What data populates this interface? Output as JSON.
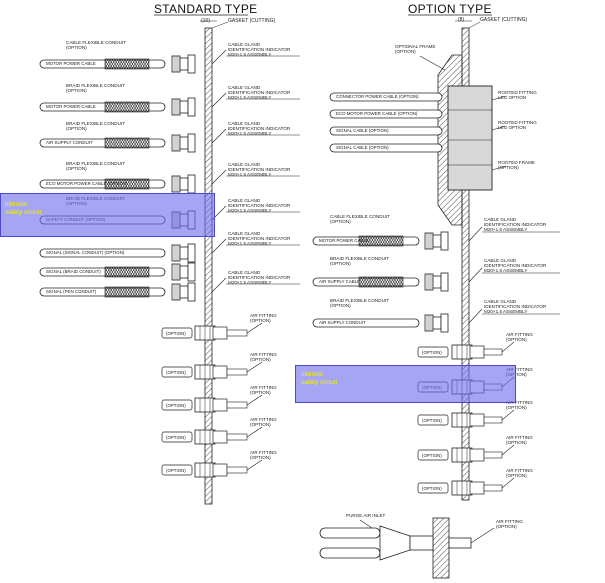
{
  "titles": {
    "standard": "STANDARD TYPE",
    "option": "OPTION TYPE"
  },
  "highlights": {
    "left": "intrinsic\nsafety circuit",
    "right": "intrinsic\nsafety circuit",
    "color": "#6e6eeb"
  },
  "standard": {
    "dim": "(10)",
    "gasket": "GASKET (CUTTING)",
    "cables": [
      "MOTOR POWER CABLE",
      "MOTOR POWER CABLE",
      "AIR SUPPLY CONDUIT",
      "ECO MOTOR POWER CABLE (OPTION)",
      "SAFETY CONDUIT (OPTION)",
      "SIGNAL (SIGNAL CONDUIT) (OPTION)",
      "SIGNAL (PEN CONDUIT)",
      "SIGNAL (BRAID CONDUIT)",
      "SIGNAL (BRAID CONDUIT)"
    ],
    "cable_notes": [
      "CABLE FLEXIBLE CONDUIT\n(OPTION)",
      "BRAID FLEXIBLE CONDUIT\n(OPTION)",
      "BRAID FLEXIBLE CONDUIT\n(OPTION)",
      "BRAID FLEXIBLE CONDUIT\n(OPTION)",
      "BRAID FLEXIBLE CONDUIT\n(OPTION)"
    ],
    "connectors": [
      "CABLE GLAND\nIDENTIFICATION INDICATOR\nM20×1.5 ASSEMBLY",
      "CABLE GLAND\nIDENTIFICATION INDICATOR\nM20×1.5 ASSEMBLY",
      "CABLE GLAND\nIDENTIFICATION INDICATOR\nM20×1.5 ASSEMBLY",
      "CABLE GLAND\nIDENTIFICATION INDICATOR\nM20×1.5 ASSEMBLY",
      "CABLE GLAND\nIDENTIFICATION INDICATOR\nM20×1.5 ASSEMBLY",
      "CABLE GLAND\nIDENTIFICATION INDICATOR\nM20×1.5 ASSEMBLY",
      "CABLE GLAND\nIDENTIFICATION INDICATOR\nM20×1.5 ASSEMBLY",
      "CABLE GLAND\nIDENTIFICATION INDICATOR\nM20×1.5 ASSEMBLY"
    ],
    "air_fittings": [
      "AIR FITTING\n(OPTION)",
      "AIR FITTING\n(OPTION)",
      "AIR FITTING\n(OPTION)",
      "AIR FITTING\n(OPTION)",
      "AIR FITTING\n(OPTION)"
    ],
    "options": [
      "(OPTION)",
      "(OPTION)",
      "(OPTION)",
      "(OPTION)",
      "(OPTION)"
    ]
  },
  "option": {
    "dim": "(8)",
    "gasket": "GASKET (CUTTING)",
    "frame": "OPTIONAL FRAME\n(OPTION)",
    "cables_top": [
      "CONNECTOR POWER CABLE (OPTION)",
      "ECO MOTOR POWER CABLE (OPTION)",
      "SIGNAL CABLE (OPTION)",
      "SIGNAL CABLE (OPTION)"
    ],
    "right_labels": [
      "ROOTED FITTING\nLEG OPTION",
      "ROOTED FITTING\nLEG OPTION",
      "ROOTED FRAME\n(OPTION)"
    ],
    "cables_mid": [
      "MOTOR POWER CABLE",
      "AIR SUPPLY CABLE",
      "AIR SUPPLY CONDUIT"
    ],
    "cable_notes": [
      "CABLE FLEXIBLE CONDUIT\n(OPTION)",
      "BRAID FLEXIBLE CONDUIT\n(OPTION)",
      "BRAID FLEXIBLE CONDUIT\n(OPTION)"
    ],
    "connectors": [
      "CABLE GLAND\nIDENTIFICATION INDICATOR\nM20×1.5 ASSEMBLY",
      "CABLE GLAND\nIDENTIFICATION INDICATOR\nM20×1.5 ASSEMBLY",
      "CABLE GLAND\nIDENTIFICATION INDICATOR\nM20×1.5 ASSEMBLY"
    ],
    "air_fittings": [
      "AIR FITTING\n(OPTION)",
      "AIR FITTING\n(OPTION)",
      "AIR FITTING\n(OPTION)",
      "AIR FITTING\n(OPTION)",
      "AIR FITTING\n(OPTION)"
    ],
    "options": [
      "(OPTION)",
      "(OPTION)",
      "(OPTION)",
      "(OPTION)",
      "(OPTION)"
    ],
    "purge": "PURGE AIR INLET",
    "purge_fitting": "AIR FITTING\n(OPTION)"
  }
}
